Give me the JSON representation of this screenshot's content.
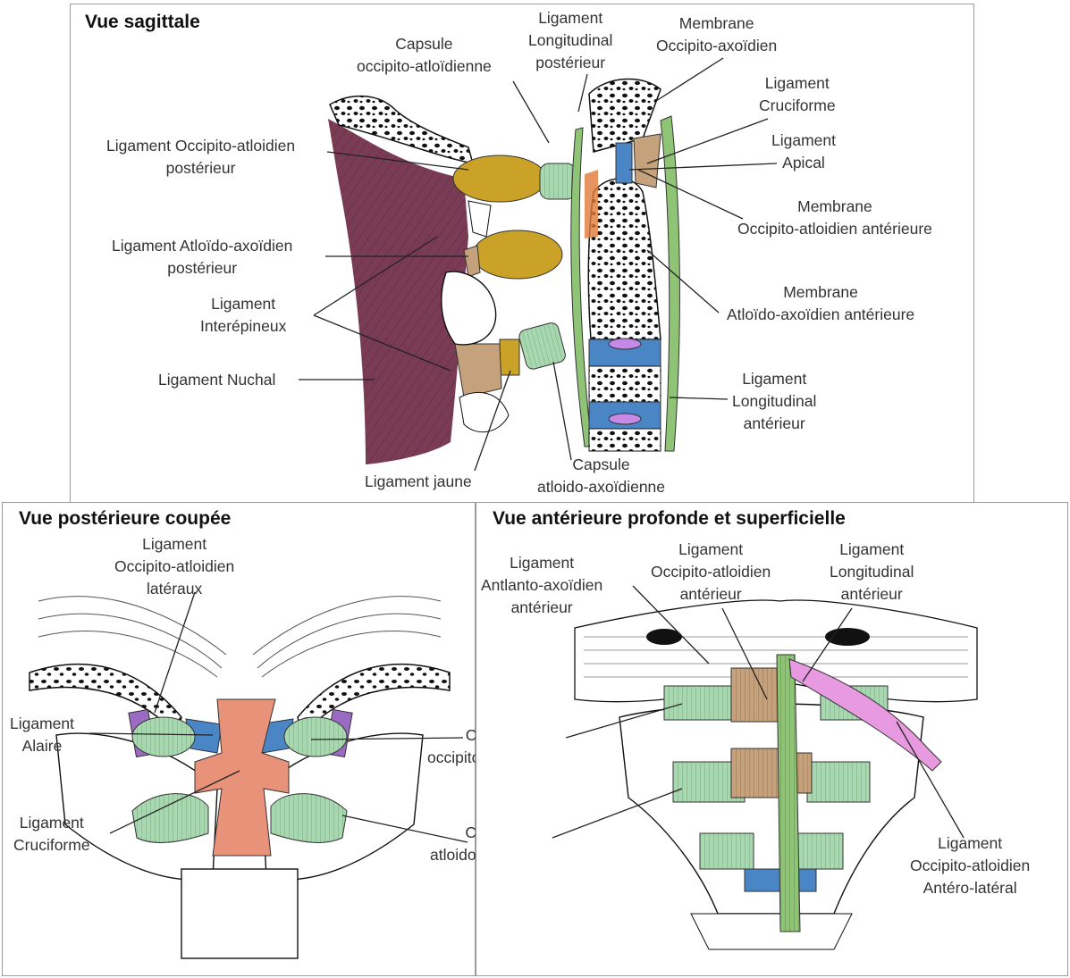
{
  "colors": {
    "nuchal": "#7a3b55",
    "capsule_yellow": "#c9a227",
    "capsule_green": "#a8d8b0",
    "ligament_blue": "#4a86c5",
    "ligament_purple": "#9b6bc4",
    "cruciform_orange": "#e8927a",
    "ligament_tan": "#c6a27c",
    "apical_pink": "#e89ae0",
    "longitudinal_green": "#8fc477",
    "bone": "#ffffff",
    "ink": "#222222"
  },
  "sagittal": {
    "title": "Vue sagittale",
    "labels": {
      "capsule_occ_atl": [
        "Capsule",
        "occipito-atloïdienne"
      ],
      "lig_long_post": [
        "Ligament",
        "Longitudinal",
        "postérieur"
      ],
      "membrane_occ_axo": [
        "Membrane",
        "Occipito-axoïdien"
      ],
      "lig_cruciforme": [
        "Ligament",
        "Cruciforme"
      ],
      "lig_apical": [
        "Ligament",
        "Apical"
      ],
      "membrane_occ_atl_ant": [
        "Membrane",
        "Occipito-atloidien antérieure"
      ],
      "membrane_atl_axo_ant": [
        "Membrane",
        "Atloïdo-axoïdien antérieure"
      ],
      "lig_long_ant": [
        "Ligament",
        "Longitudinal",
        "antérieur"
      ],
      "capsule_atl_axo": [
        "Capsule",
        "atloido-axoïdienne"
      ],
      "lig_jaune": [
        "Ligament jaune"
      ],
      "lig_nuchal": [
        "Ligament Nuchal"
      ],
      "lig_interepineux": [
        "Ligament",
        "Interépineux"
      ],
      "lig_atl_axo_post": [
        "Ligament Atloïdo-axoïdien",
        "postérieur"
      ],
      "lig_occ_atl_post": [
        "Ligament Occipito-atloidien",
        "postérieur"
      ]
    }
  },
  "posterior": {
    "title": "Vue postérieure coupée",
    "labels": {
      "lig_occ_atl_lat": [
        "Ligament",
        "Occipito-atloidien",
        "latéraux"
      ],
      "lig_alaire": [
        "Ligament",
        "Alaire"
      ],
      "lig_cruciforme": [
        "Ligament",
        "Cruciforme"
      ],
      "capsule_occ_atl": [
        "Capsule",
        "occipito-atloidienne"
      ],
      "capsule_atl_axo": [
        "Capsule",
        "atloido-axoïdienne"
      ]
    }
  },
  "anterior": {
    "title": "Vue antérieure profonde et superficielle",
    "labels": {
      "lig_antlanto_axo": [
        "Ligament",
        "Antlanto-axoïdien",
        "antérieur"
      ],
      "lig_occ_atl_ant": [
        "Ligament",
        "Occipito-atloidien",
        "antérieur"
      ],
      "lig_long_ant": [
        "Ligament",
        "Longitudinal",
        "antérieur"
      ],
      "lig_occ_atl_antlat": [
        "Ligament",
        "Occipito-atloidien",
        "Antéro-latéral"
      ]
    }
  }
}
